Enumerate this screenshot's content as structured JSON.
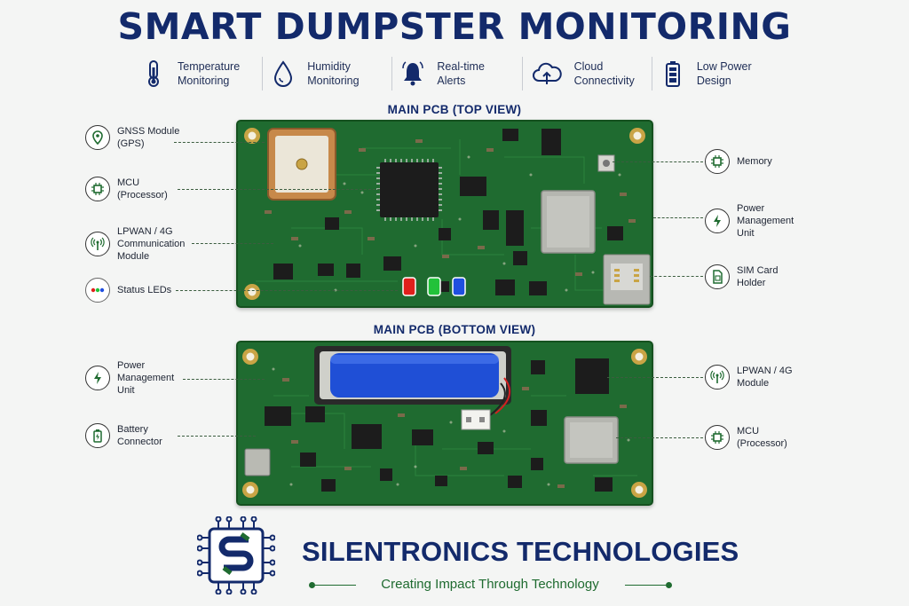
{
  "title": "SMART DUMPSTER MONITORING",
  "features": [
    {
      "icon": "thermometer-icon",
      "label": "Temperature\nMonitoring"
    },
    {
      "icon": "droplet-icon",
      "label": "Humidity\nMonitoring"
    },
    {
      "icon": "bell-icon",
      "label": "Real-time\nAlerts"
    },
    {
      "icon": "cloud-icon",
      "label": "Cloud\nConnectivity"
    },
    {
      "icon": "battery-icon",
      "label": "Low Power\nDesign"
    }
  ],
  "top_view": {
    "heading": "MAIN PCB (TOP VIEW)",
    "left_callouts": [
      {
        "icon": "location-pin-icon",
        "label": "GNSS Module\n(GPS)"
      },
      {
        "icon": "chip-icon",
        "label": "MCU\n(Processor)"
      },
      {
        "icon": "antenna-icon",
        "label": "LPWAN / 4G\nCommunication\nModule"
      },
      {
        "icon": "rgb-dots-icon",
        "label": "Status LEDs"
      }
    ],
    "right_callouts": [
      {
        "icon": "chip-icon",
        "label": "Memory"
      },
      {
        "icon": "lightning-icon",
        "label": "Power\nManagement\nUnit"
      },
      {
        "icon": "sim-card-icon",
        "label": "SIM Card\nHolder"
      }
    ]
  },
  "bottom_view": {
    "heading": "MAIN PCB (BOTTOM VIEW)",
    "left_callouts": [
      {
        "icon": "lightning-icon",
        "label": "Power\nManagement\nUnit"
      },
      {
        "icon": "battery-icon",
        "label": "Battery\nConnector"
      }
    ],
    "right_callouts": [
      {
        "icon": "antenna-icon",
        "label": "LPWAN / 4G\nModule"
      },
      {
        "icon": "chip-icon",
        "label": "MCU\n(Processor)"
      }
    ]
  },
  "company": {
    "name": "SILENTRONICS TECHNOLOGIES",
    "tagline": "Creating Impact Through Technology"
  },
  "colors": {
    "navy": "#132a6b",
    "pcb_green": "#1f6b30",
    "led_red": "#e0201c",
    "led_green": "#22c23a",
    "led_blue": "#1f4fe0",
    "battery_blue": "#1f4fd6"
  }
}
